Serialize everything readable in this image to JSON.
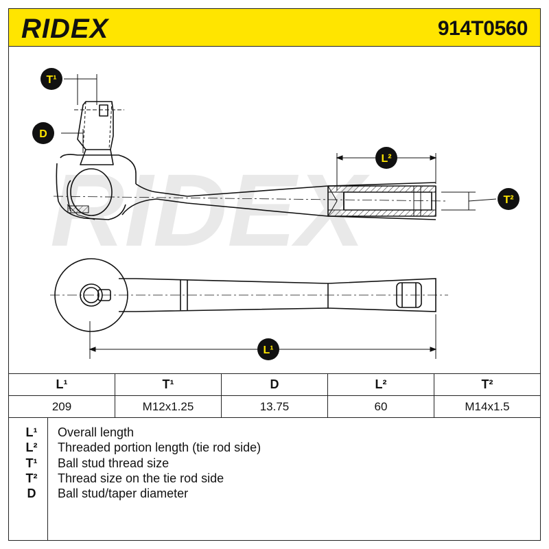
{
  "header": {
    "brand": "RIDEX",
    "part_number": "914T0560"
  },
  "colors": {
    "header_bg": "#FFE500",
    "label_bg": "#111111",
    "label_text": "#FFE500",
    "watermark": "#E6E6E6"
  },
  "watermark": "RIDEX",
  "dimension_labels": {
    "t1": "T¹",
    "d": "D",
    "l2": "L²",
    "t2": "T²",
    "l1": "L¹"
  },
  "specs": {
    "headers": [
      "L¹",
      "T¹",
      "D",
      "L²",
      "T²"
    ],
    "values": [
      "209",
      "M12x1.25",
      "13.75",
      "60",
      "M14x1.5"
    ]
  },
  "legend": [
    {
      "key": "L¹",
      "desc": "Overall length"
    },
    {
      "key": "L²",
      "desc": "Threaded portion length (tie rod side)"
    },
    {
      "key": "T¹",
      "desc": "Ball stud thread size"
    },
    {
      "key": "T²",
      "desc": "Thread size on the tie rod side"
    },
    {
      "key": "D",
      "desc": "Ball stud/taper diameter"
    }
  ]
}
